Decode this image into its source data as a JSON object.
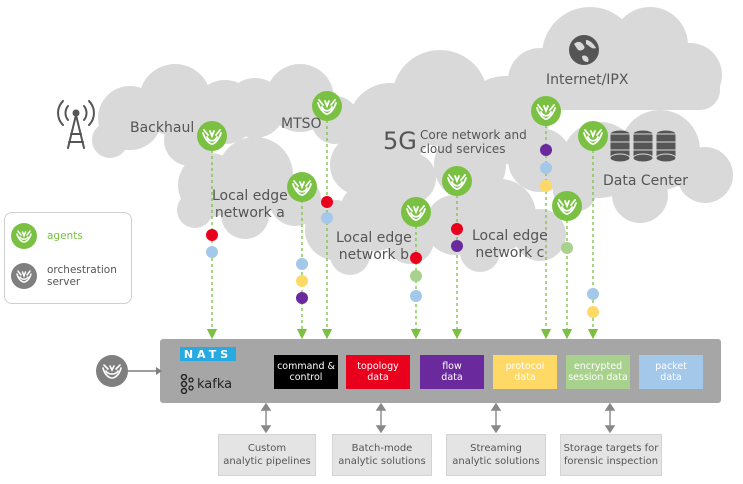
{
  "clouds": {
    "backhaul": "Backhaul",
    "mtso": "MTSO",
    "local_edge_a": "Local edge\nnetwork a",
    "local_edge_b": "Local edge\nnetwork b",
    "local_edge_c": "Local edge\nnetwork c",
    "core_5g": "5G",
    "core_desc": "Core network and\ncloud services",
    "internet": "Internet/IPX",
    "data_center": "Data Center"
  },
  "legend": {
    "agents": "agents",
    "orchestration": "orchestration\nserver"
  },
  "bus": {
    "nats": "NATS",
    "kafka": "kafka",
    "boxes": [
      {
        "label": "command &\ncontrol",
        "color": "#000000",
        "text_color": "#ffffff"
      },
      {
        "label": "topology\ndata",
        "color": "#e8001c",
        "text_color": "#ffffff"
      },
      {
        "label": "flow\ndata",
        "color": "#6a2a9e",
        "text_color": "#ffffff"
      },
      {
        "label": "protocol\ndata",
        "color": "#ffd966",
        "text_color": "#ffffff"
      },
      {
        "label": "encrypted\nsession data",
        "color": "#a9d18e",
        "text_color": "#ffffff"
      },
      {
        "label": "packet\ndata",
        "color": "#a4c8ea",
        "text_color": "#ffffff"
      }
    ]
  },
  "outputs": [
    "Custom\nanalytic pipelines",
    "Batch-mode\nanalytic solutions",
    "Streaming\nanalytic solutions",
    "Storage targets for\nforensic inspection"
  ],
  "colors": {
    "agent_green": "#7ac143",
    "cloud_gray": "#d9d9d9",
    "bus_gray": "#a6a6a6",
    "arrow_green": "#7ac143",
    "red": "#e8001c",
    "purple": "#6a2a9e",
    "yellow": "#ffd966",
    "light_green": "#a9d18e",
    "blue": "#a4c8ea",
    "orchestrator_gray": "#7f7f7f"
  },
  "icons": {
    "agent": "agent-icon",
    "orchestrator": "orchestrator-icon",
    "tower": "cell-tower-icon",
    "globe": "globe-icon",
    "database": "database-icon"
  }
}
